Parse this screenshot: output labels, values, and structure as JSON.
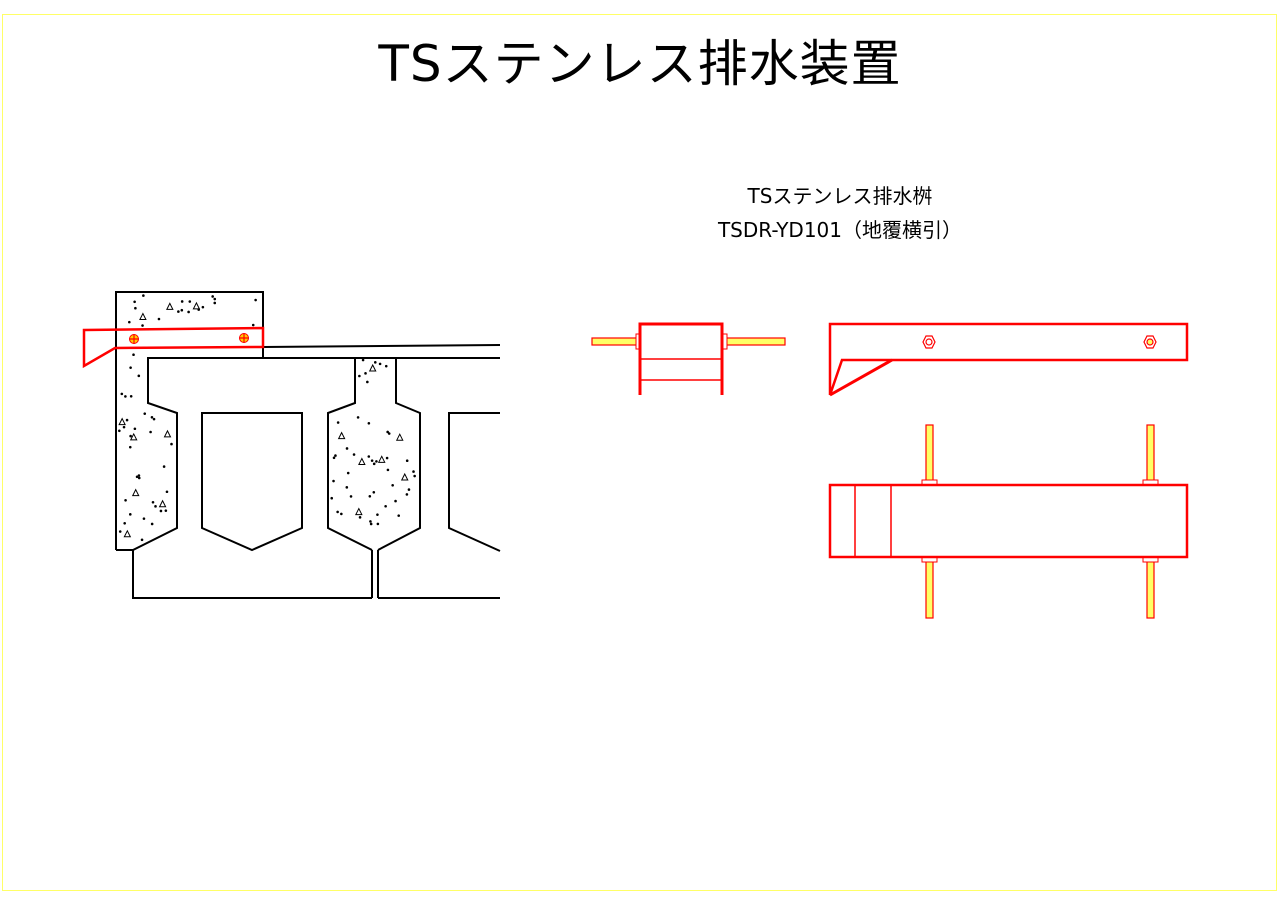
{
  "drawing": {
    "title": "TSステンレス排水装置",
    "subtitle_name": "TSステンレス排水桝",
    "subtitle_model": "TSDR-YD101（地覆横引）"
  },
  "colors": {
    "frame": "#ffff66",
    "part_line": "#ff0000",
    "bolt_fill": "#ffff00",
    "structure_line": "#000000"
  }
}
